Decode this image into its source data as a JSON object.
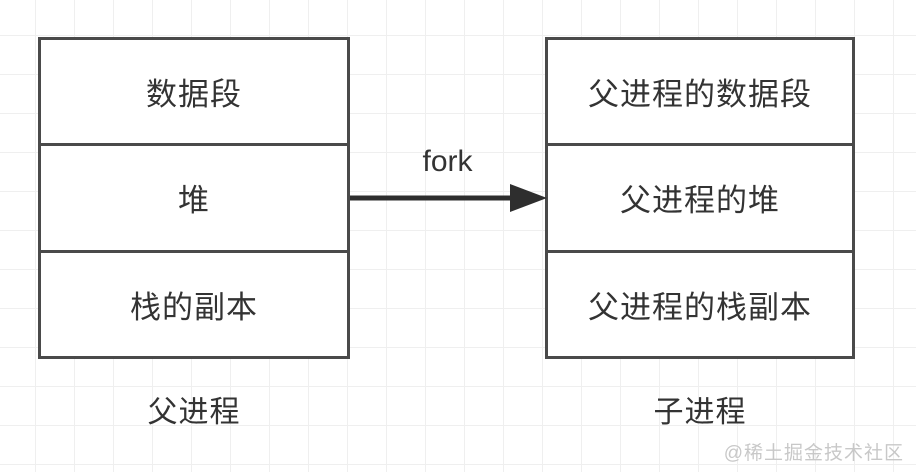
{
  "diagram": {
    "parent_box": {
      "rows": [
        "数据段",
        "堆",
        "栈的副本"
      ],
      "caption": "父进程"
    },
    "child_box": {
      "rows": [
        "父进程的数据段",
        "父进程的堆",
        "父进程的栈副本"
      ],
      "caption": "子进程"
    },
    "arrow_label": "fork",
    "watermark": "@稀土掘金技术社区"
  },
  "colors": {
    "background": "#ffffff",
    "grid": "#efefef",
    "border": "#4a4a4a",
    "text": "#333333",
    "arrow": "#2e2e2e",
    "watermark": "#c8c8c8"
  }
}
